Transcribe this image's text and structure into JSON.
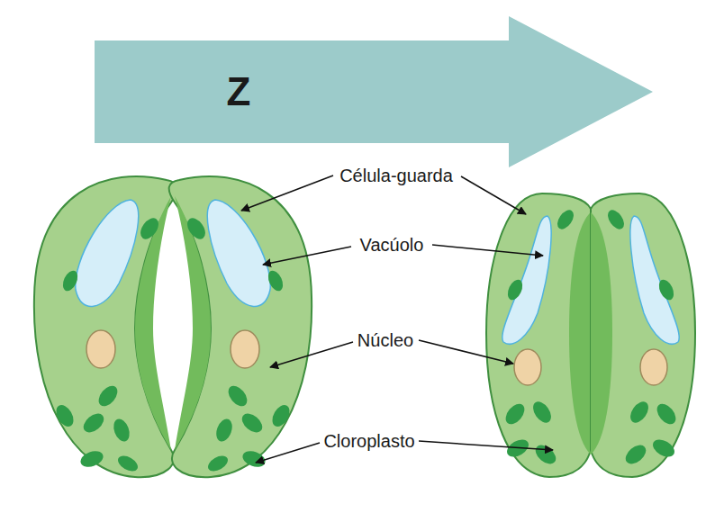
{
  "diagram": {
    "nodes": [
      {
        "text": [
          "Z"
        ]
      }
    ],
    "labels": [
      "Célula-guarda",
      "Vacúolo",
      "Núcleo",
      "Cloroplasto"
    ]
  }
}
